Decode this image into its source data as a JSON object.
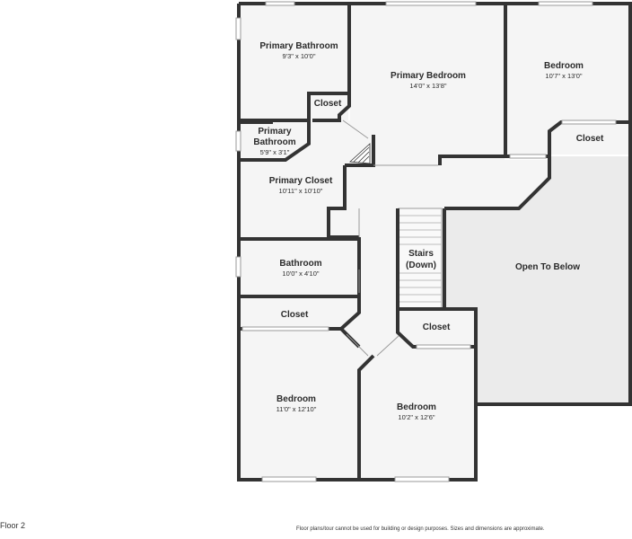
{
  "floor_label": "Floor 2",
  "disclaimer": "Floor plans/tour cannot be used for building or design purposes. Sizes and dimensions are approximate.",
  "colors": {
    "wall": "#333333",
    "floor": "#f5f5f5",
    "open_to_below": "#ebebeb",
    "window": "#d9d9d9"
  },
  "rooms": {
    "primary_bathroom": {
      "name": "Primary Bathroom",
      "dims": "9'3\" x 10'0\""
    },
    "primary_bedroom": {
      "name": "Primary Bedroom",
      "dims": "14'0\" x 13'8\""
    },
    "bedroom_ne": {
      "name": "Bedroom",
      "dims": "10'7\" x 13'0\""
    },
    "closet_primary": {
      "name": "Closet"
    },
    "primary_bathroom_small": {
      "name_line1": "Primary",
      "name_line2": "Bathroom",
      "dims": "5'9\" x 3'1\""
    },
    "closet_ne": {
      "name": "Closet"
    },
    "primary_closet": {
      "name": "Primary Closet",
      "dims": "10'11\" x 10'10\""
    },
    "bathroom": {
      "name": "Bathroom",
      "dims": "10'0\" x 4'10\""
    },
    "stairs": {
      "name_line1": "Stairs",
      "name_line2": "(Down)"
    },
    "open_to_below": {
      "name": "Open To Below"
    },
    "closet_w": {
      "name": "Closet"
    },
    "closet_s": {
      "name": "Closet"
    },
    "bedroom_sw": {
      "name": "Bedroom",
      "dims": "11'0\" x 12'10\""
    },
    "bedroom_s": {
      "name": "Bedroom",
      "dims": "10'2\" x 12'6\""
    }
  }
}
